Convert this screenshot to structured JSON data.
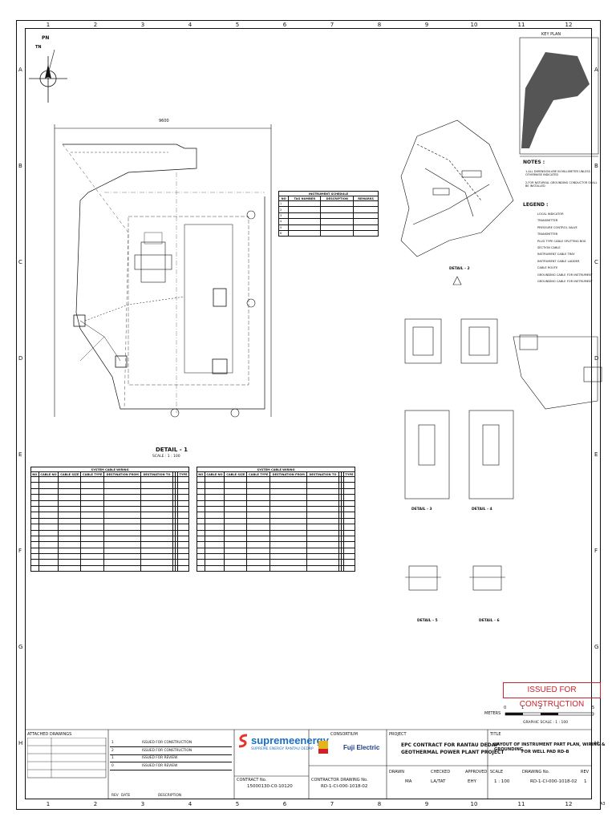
{
  "zones_top": [
    "1",
    "2",
    "3",
    "4",
    "5",
    "6",
    "7",
    "8",
    "9",
    "10",
    "11",
    "12"
  ],
  "zones_side": [
    "A",
    "B",
    "C",
    "D",
    "E",
    "F",
    "G",
    "H"
  ],
  "key_plan": {
    "title": "KEY PLAN"
  },
  "north": {
    "pn": "PN",
    "tn": "TN"
  },
  "notes": {
    "title": "NOTES :",
    "items": [
      "1.ALL DIMENSION ARE IN MILLIMETER UNLESS OTHERWISE INDICATED",
      "2.FOR NATUREAL GROUNDING CONDUCTOR SHALL BE INSTALLED"
    ]
  },
  "legend": {
    "title": "LEGEND :",
    "items": [
      "LOCAL INDICATOR",
      "TRANSMITTER",
      "PRESSURE CONTROL VALVE",
      "TRANSMITTER",
      "PLUG TYPE CABLE SPLITTING BOX",
      "SECTION CABLE",
      "INSTRUMENT CABLE TRAY",
      "INSTRUMENT CABLE LADDER",
      "CABLE ROUTE",
      "GROUNDING CABLE FOR INSTRUMENT",
      "GROUNDING CABLE FOR INSTRUMENT"
    ]
  },
  "detail1": {
    "title": "DETAIL - 1",
    "scale": "SCALE : 1 : 100"
  },
  "detail_labels": [
    "DETAIL - 2",
    "DETAIL - 3",
    "DETAIL - 4",
    "DETAIL - 5",
    "DETAIL - 6"
  ],
  "small_table": {
    "title": "INSTRUMENT SCHEDULE",
    "headers": [
      "NO",
      "TAG NUMBER",
      "DESCRIPTION",
      "REMARKS"
    ],
    "rows": [
      [
        "1",
        "",
        "",
        ""
      ],
      [
        "2",
        "",
        "",
        ""
      ],
      [
        "3",
        "",
        "",
        ""
      ],
      [
        "4",
        "",
        "",
        ""
      ],
      [
        "5",
        "",
        "",
        ""
      ],
      [
        "6",
        "",
        "",
        ""
      ]
    ]
  },
  "cable_table_left": {
    "title": "SYSTEM CABLE WIRING",
    "headers": [
      "NO",
      "CABLE NO",
      "CABLE SIZE",
      "CABLE TYPE",
      "DESTINATION FROM",
      "DESTINATION TO",
      "",
      "",
      "TYPE"
    ],
    "row_count": 16
  },
  "cable_table_right": {
    "title": "SYSTEM CABLE WIRING",
    "headers": [
      "NO",
      "CABLE NO",
      "CABLE SIZE",
      "CABLE TYPE",
      "DESTINATION FROM",
      "DESTINATION TO",
      "",
      "",
      "TYPE"
    ],
    "row_count": 16
  },
  "issued": "ISSUED FOR CONSTRUCTION",
  "graphic_scale": {
    "meters_label": "METERS",
    "ticks": [
      "0",
      "1",
      "2",
      "3",
      "5"
    ],
    "scale_label": "GRAPHIC SCALE : 1 : 100"
  },
  "revisions": [
    {
      "rev": "1",
      "desc": "ISSUED FOR CONSTRUCTION"
    },
    {
      "rev": "2",
      "desc": "ISSUED FOR CONSTRUCTION"
    },
    {
      "rev": "1",
      "desc": "ISSUED FOR REVIEW"
    },
    {
      "rev": "0",
      "desc": "ISSUED FOR REVIEW"
    }
  ],
  "rev_header": {
    "rev": "REV",
    "date": "DATE",
    "desc": "DESCRIPTION"
  },
  "owner": {
    "name": "supremeenergy",
    "subtitle": "SUPREME ENERGY RANTAU DEDAP",
    "contract_label": "CONTRACT No.",
    "contract_no": "15000130-C0-10120"
  },
  "consortium": {
    "label": "CONSORTIUM",
    "partner": "Fuji Electric",
    "contractor_label": "CONTRACTOR DRAWING No.",
    "contractor_no": "RD-1-CI-000-1018-02"
  },
  "project": {
    "label": "PROJECT",
    "line1": "EPC CONTRACT FOR RANTAU DEDAP",
    "line2": "GEOTHERMAL POWER PLANT PROJECT"
  },
  "title_block": {
    "label": "TITLE",
    "line1": "LAYOUT OF INSTRUMENT PART PLAN, WIRING & GROUNDING",
    "line2": "FOR WELL PAD RD-B",
    "drawn_label": "DRAWN",
    "drawn": "MA",
    "checked_label": "CHECKED",
    "checked": "LA/TAT",
    "approved_label": "APPROVED",
    "approved": "EHY",
    "scale_label": "SCALE",
    "scale": "1 : 100",
    "drawing_label": "DRAWING No.",
    "drawing_no": "RD-1-CI-000-1018-02",
    "rev_label": "REV",
    "rev": "1",
    "size": "A3"
  },
  "attachment": {
    "title": "ATTACHED DRAWINGS"
  },
  "dimension_top": "9600"
}
